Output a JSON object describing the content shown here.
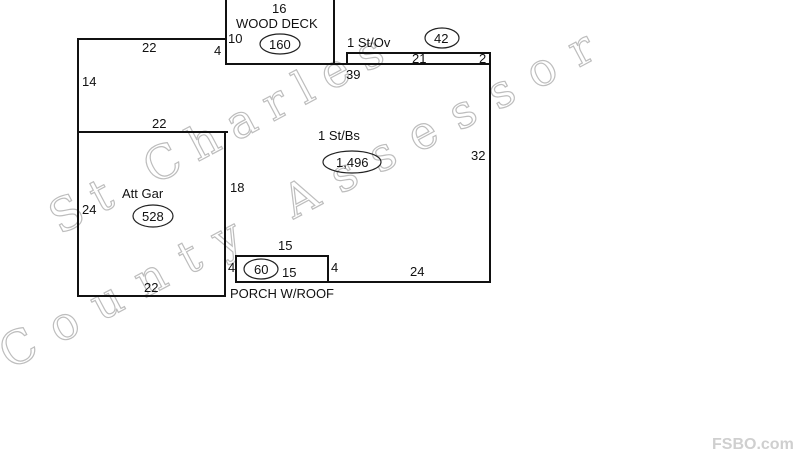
{
  "watermark": {
    "line1": "St Charles",
    "line2": "County Assessor"
  },
  "brand": "FSBO.com",
  "sections": {
    "wood_deck": {
      "name": "WOOD DECK",
      "area": "160",
      "dims": [
        "16",
        "10",
        "4"
      ]
    },
    "upper_left_room": {
      "dims": [
        "22",
        "14"
      ]
    },
    "second_story": {
      "name": "1 St/Ov",
      "area": "42",
      "dims": [
        "21",
        "2",
        "39"
      ]
    },
    "main_house": {
      "name": "1 St/Bs",
      "area": "1,496",
      "dims": [
        "32",
        "22",
        "18",
        "24"
      ]
    },
    "garage": {
      "name": "Att Gar",
      "area": "528",
      "dims": [
        "24",
        "22"
      ]
    },
    "porch": {
      "name": "PORCH W/ROOF",
      "area": "60",
      "dims": [
        "15",
        "4",
        "15",
        "4"
      ]
    }
  }
}
